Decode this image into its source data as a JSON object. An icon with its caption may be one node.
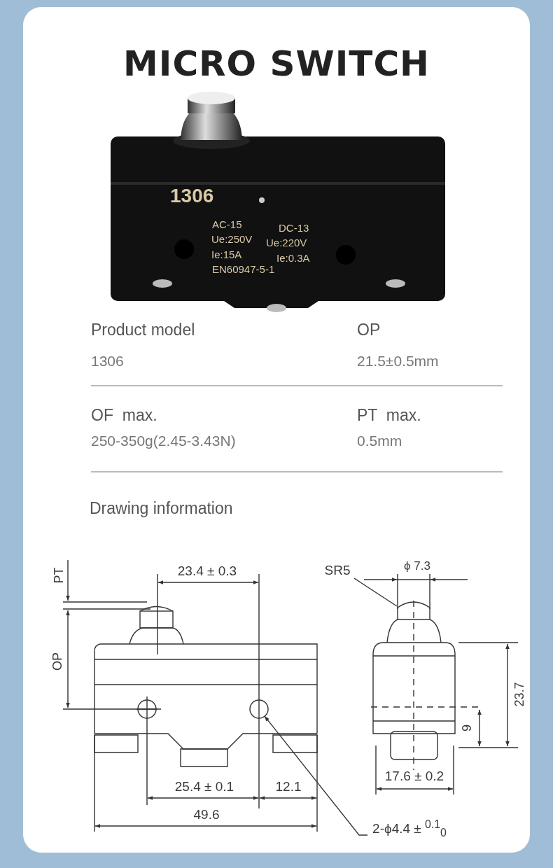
{
  "diagram": {
    "title": "MICRO SWITCH",
    "nodes": [
      {
        "text": [
          "SR5"
        ]
      },
      {
        "text": [
          "2-ϕ4.4 ± $^{0.1}$$_{0}$"
        ]
      },
      {
        "text": [],
        "shape": "circle"
      }
    ],
    "edges": [
      {
        "from": 0,
        "to": null,
        "arrow": "none"
      },
      {
        "from": 1,
        "to": 2,
        "arrow": "to"
      }
    ],
    "labels": [
      "1306",
      "AC-15",
      "DC-13",
      "Ue:250V",
      "Ue:220V",
      "Ie:15A",
      "Ie:0.3A",
      "EN60947-5-1",
      "Product model",
      "OP",
      "1306",
      "21.5±0.5mm",
      "OF  max.",
      "PT  max.",
      "250-350g(2.45-3.43N)",
      "0.5mm",
      "Drawing information",
      "PT",
      "23.4 ± 0.3",
      "OP",
      "25.4 ± 0.1",
      "12.1",
      "49.6",
      "ϕ 7.3",
      "23.7",
      "9",
      "17.6 ± 0.2"
    ]
  }
}
